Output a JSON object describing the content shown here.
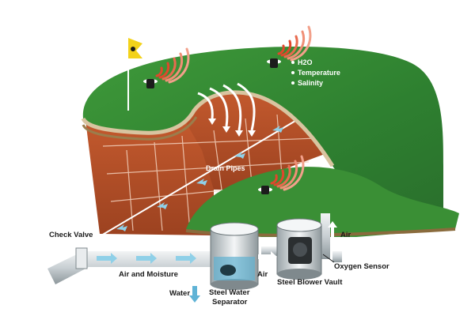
{
  "labels": {
    "sensor_list": [
      "H2O",
      "Temperature",
      "Salinity"
    ],
    "drain_pipes": "Drain Pipes",
    "check_valve": "Check Valve",
    "air_and_moisture": "Air and Moisture",
    "air_top": "Air",
    "oxygen_sensor": "Oxygen Sensor",
    "air_bottom": "Air",
    "steel_blower_vault": "Steel Blower Vault",
    "water": "Water",
    "steel_water_separator_line1": "Steel Water",
    "steel_water_separator_line2": "Separator"
  },
  "colors": {
    "turf": "#2f8a2f",
    "soil": "#b8512a",
    "pipe": "#d8dde0",
    "arrow_flow": "#8fd0e8",
    "signal_red": "#e0472c",
    "signal_pink": "#f2a08a"
  }
}
